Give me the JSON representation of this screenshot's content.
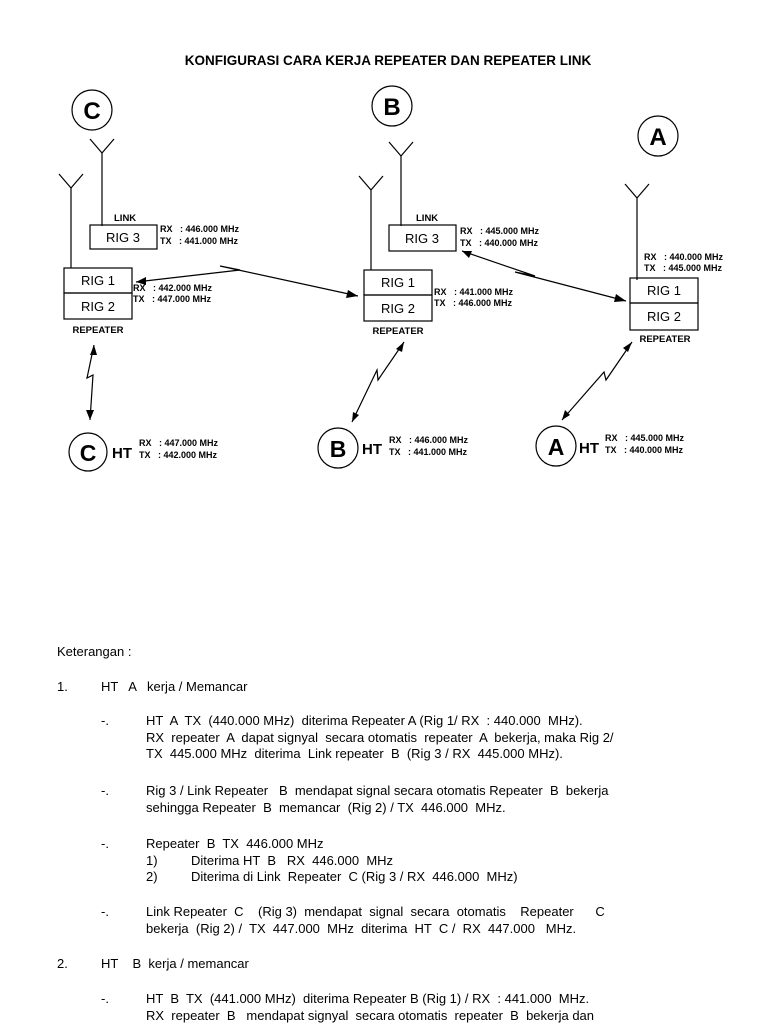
{
  "title": "KONFIGURASI  CARA KERJA REPEATER DAN REPEATER LINK",
  "diagram": {
    "stations": {
      "C": {
        "letter": "C",
        "link_label": "LINK",
        "rig3": "RIG 3",
        "rig1": "RIG 1",
        "rig2": "RIG 2",
        "repeater_label": "REPEATER",
        "link_rx": "RX   : 446.000 MHz",
        "link_tx": "TX   : 441.000 MHz",
        "rep_rx": "RX   : 442.000 MHz",
        "rep_tx": "TX   : 447.000 MHz"
      },
      "B": {
        "letter": "B",
        "link_label": "LINK",
        "rig3": "RIG 3",
        "rig1": "RIG 1",
        "rig2": "RIG 2",
        "repeater_label": "REPEATER",
        "link_rx": "RX   : 445.000 MHz",
        "link_tx": "TX   : 440.000 MHz",
        "rep_rx": "RX   : 441.000 MHz",
        "rep_tx": "TX   : 446.000 MHz"
      },
      "A": {
        "letter": "A",
        "rig1": "RIG 1",
        "rig2": "RIG 2",
        "repeater_label": "REPEATER",
        "rep_rx": "RX   : 440.000 MHz",
        "rep_tx": "TX   : 445.000 MHz"
      }
    },
    "ht": {
      "C": {
        "letter": "C",
        "label": "HT",
        "rx": "RX   : 447.000 MHz",
        "tx": "TX   : 442.000 MHz"
      },
      "B": {
        "letter": "B",
        "label": "HT",
        "rx": "RX   : 446.000 MHz",
        "tx": "TX   : 441.000 MHz"
      },
      "A": {
        "letter": "A",
        "label": "HT",
        "rx": "RX   : 445.000 MHz",
        "tx": "TX   : 440.000 MHz"
      }
    }
  },
  "keterangan": "Keterangan   :",
  "sections": [
    {
      "num": "1.",
      "title": "HT   A   kerja / Memancar"
    },
    {
      "num": "2.",
      "title": "HT    B  kerja / memancar"
    }
  ],
  "bullets": [
    {
      "dash": "-.",
      "lines": [
        "HT  A  TX  (440.000 MHz)  diterima Repeater A (Rig 1/ RX  : 440.000  MHz).",
        "RX  repeater  A  dapat signyal  secara otomatis  repeater  A  bekerja, maka Rig 2/",
        "TX  445.000 MHz  diterima  Link repeater  B  (Rig 3 / RX  445.000 MHz)."
      ]
    },
    {
      "dash": "-.",
      "lines": [
        "Rig 3 / Link Repeater   B  mendapat signal secara otomatis Repeater  B  bekerja",
        "sehingga Repeater  B  memancar  (Rig 2) / TX  446.000  MHz."
      ]
    },
    {
      "dash": "-.",
      "lines": [
        "Repeater  B  TX  446.000 MHz"
      ],
      "subs": [
        {
          "n": "1)",
          "t": "Diterima HT  B   RX  446.000  MHz"
        },
        {
          "n": "2)",
          "t": "Diterima di Link  Repeater  C (Rig 3 / RX  446.000  MHz)"
        }
      ]
    },
    {
      "dash": "-.",
      "lines": [
        "Link Repeater  C    (Rig 3)  mendapat  signal  secara  otomatis    Repeater      C",
        "bekerja  (Rig 2) /  TX  447.000  MHz  diterima  HT  C /  RX  447.000   MHz."
      ]
    },
    {
      "dash": "-.",
      "lines": [
        "HT  B  TX  (441.000 MHz)  diterima Repeater B (Rig 1) / RX  : 441.000  MHz.",
        "RX  repeater  B   mendapat signyal  secara otomatis  repeater  B  bekerja dan"
      ]
    }
  ]
}
